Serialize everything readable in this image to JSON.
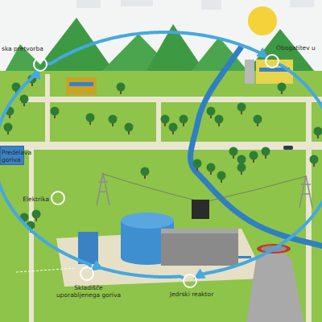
{
  "diagram": {
    "nodes": [
      {
        "text": [
          "ska pretvorba"
        ]
      },
      {
        "text": [
          "Obogatitev u"
        ]
      },
      {
        "text": [
          "Predelava goriva"
        ]
      },
      {
        "text": [
          "Elektrika"
        ]
      },
      {
        "text": [
          "Skladišče uporabljenega goriva"
        ]
      },
      {
        "text": [
          "Jedrski reaktor"
        ]
      }
    ],
    "edges": [
      {
        "from": 0,
        "to": 1,
        "arrow": "to"
      },
      {
        "from": 1,
        "to": 5,
        "arrow": "to"
      },
      {
        "from": 5,
        "to": 4,
        "arrow": "to"
      },
      {
        "from": 4,
        "to": 2,
        "arrow": "to"
      },
      {
        "from": 2,
        "to": 0,
        "arrow": "to"
      }
    ]
  }
}
